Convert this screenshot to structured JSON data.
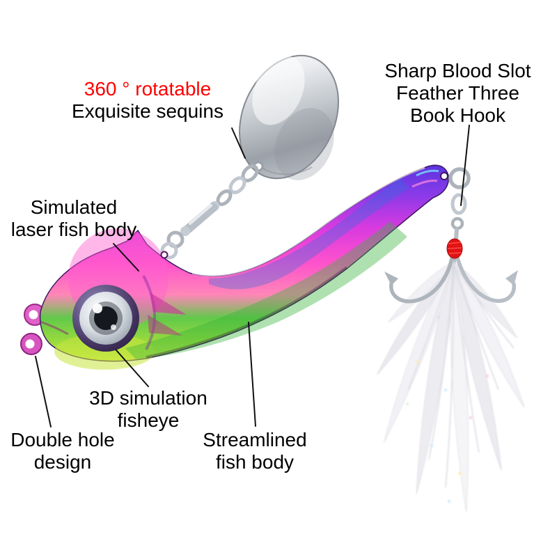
{
  "image": {
    "background": "#ffffff",
    "subject": "fishing lure VIB spoon with spinner blade, laser fish body and feather treble hook"
  },
  "colors": {
    "accent_red": "#ff0000",
    "text": "#000000",
    "blade_silver": "#c3c8cd",
    "body_magenta": "#ff52cc",
    "body_green": "#62c94a",
    "thread_red": "#e21313",
    "feather_white": "#f1f1f5"
  },
  "parts": [
    "spinner-blade",
    "swivel",
    "lure-body",
    "fish-eye",
    "double-hole-rings",
    "split-ring",
    "treble-hook",
    "red-thread-wrap",
    "feather-plume"
  ],
  "annotations": {
    "rotatable": {
      "lines": [
        "360 ° rotatable",
        "Exquisite sequins"
      ]
    },
    "hook": {
      "lines": [
        "Sharp Blood Slot",
        "Feather Three",
        "Book Hook"
      ]
    },
    "laser_body": {
      "lines": [
        "Simulated",
        "laser fish body"
      ]
    },
    "fisheye": {
      "lines": [
        "3D simulation",
        "fisheye"
      ]
    },
    "double_hole": {
      "lines": [
        "Double hole",
        "design"
      ]
    },
    "streamlined": {
      "lines": [
        "Streamlined",
        "fish body"
      ]
    }
  }
}
